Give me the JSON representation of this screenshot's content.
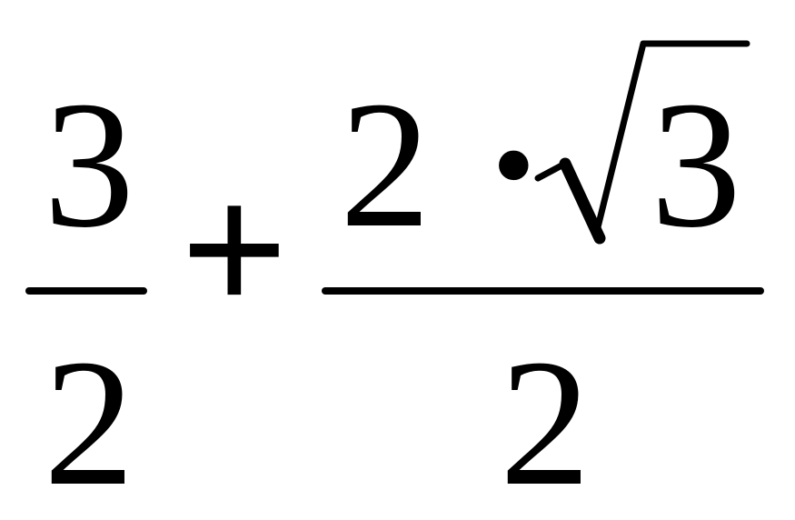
{
  "formula": {
    "term1": {
      "numerator": "3",
      "denominator": "2"
    },
    "operator": "+",
    "term2": {
      "numerator_coefficient": "2",
      "multiply": "·",
      "radicand": "3",
      "denominator": "2"
    }
  },
  "colors": {
    "ink": "#000000",
    "background": "#ffffff"
  }
}
